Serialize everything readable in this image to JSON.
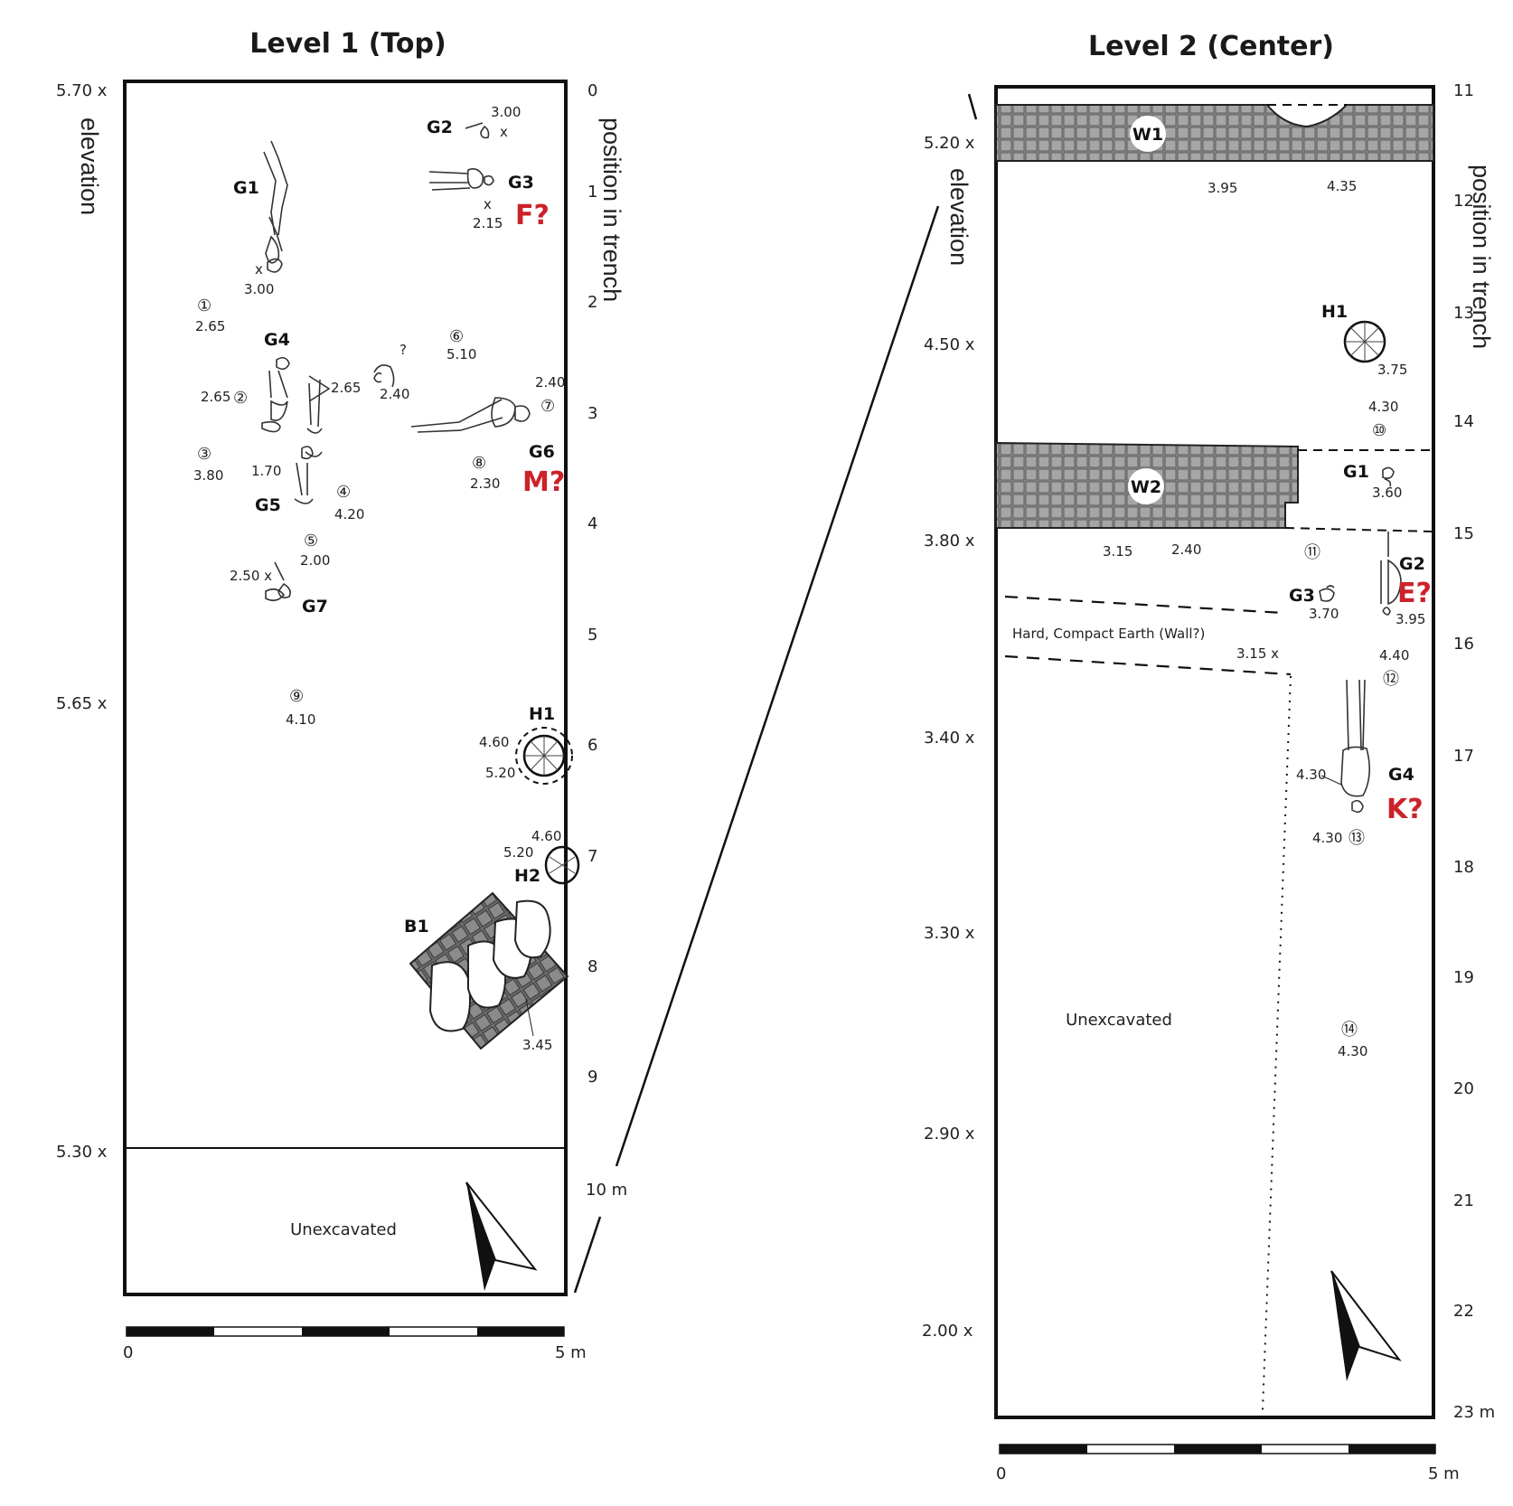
{
  "level1": {
    "title": "Level 1 (Top)",
    "elevation_label": "elevation",
    "position_label": "position in trench",
    "elevation_ticks": [
      "5.70 x",
      "5.65 x",
      "5.30 x"
    ],
    "position_ticks": [
      "0",
      "1",
      "2",
      "3",
      "4",
      "5",
      "6",
      "7",
      "8",
      "9",
      "10 m"
    ],
    "unexcavated": "Unexcavated",
    "scale": {
      "start": "0",
      "end": "5 m"
    },
    "graves": {
      "g1": "G1",
      "g2": "G2",
      "g3": "G3",
      "g4": "G4",
      "g5": "G5",
      "g6": "G6",
      "g7": "G7",
      "h1": "H1",
      "h2": "H2",
      "b1": "B1"
    },
    "sex": {
      "g3": "F?",
      "g6": "M?"
    },
    "points": {
      "p1": "①",
      "p2": "②",
      "p3": "③",
      "p4": "④",
      "p5": "⑤",
      "p6": "⑥",
      "p7": "⑦",
      "p8": "⑧",
      "p9": "⑨"
    },
    "values": {
      "g2_300": "3.00",
      "g2_x": "x",
      "g3_x": "x",
      "g3_215": "2.15",
      "g1_x": "x",
      "g1_300": "3.00",
      "p1_265": "2.65",
      "p6_510": "5.10",
      "p2_265": "2.65",
      "g4_265": "2.65",
      "g4_q": "?",
      "g4_240": "2.40",
      "p7_240": "2.40",
      "p3_380": "3.80",
      "g5_170": "1.70",
      "p4_420": "4.20",
      "p8_230": "2.30",
      "p5_200": "2.00",
      "g7_250": "2.50 x",
      "p9_410": "4.10",
      "h1_460": "4.60",
      "h1_520": "5.20",
      "h2_460": "4.60",
      "h2_520": "5.20",
      "b1_345": "3.45"
    }
  },
  "level2": {
    "title": "Level 2 (Center)",
    "elevation_label": "elevation",
    "position_label": "position in trench",
    "elevation_ticks": [
      "5.20 x",
      "4.50 x",
      "3.80 x",
      "3.40 x",
      "3.30 x",
      "2.90 x",
      "2.00 x"
    ],
    "position_ticks": [
      "11",
      "12",
      "13",
      "14",
      "15",
      "16",
      "17",
      "18",
      "19",
      "20",
      "21",
      "22",
      "23 m"
    ],
    "unexcavated": "Unexcavated",
    "hard_earth": "Hard, Compact Earth (Wall?)",
    "scale": {
      "start": "0",
      "end": "5 m"
    },
    "walls": {
      "w1": "W1",
      "w2": "W2"
    },
    "graves": {
      "h1": "H1",
      "g1": "G1",
      "g2": "G2",
      "g3": "G3",
      "g4": "G4"
    },
    "sex": {
      "g2": "E?",
      "g4": "K?"
    },
    "points": {
      "p10": "⑩",
      "p11": "⑪",
      "p12": "⑫",
      "p13": "⑬",
      "p14": "⑭"
    },
    "values": {
      "w1_395": "3.95",
      "w1_435": "4.35",
      "h1_375": "3.75",
      "p10_430": "4.30",
      "g1_360": "3.60",
      "w2_315": "3.15",
      "w2_240": "2.40",
      "g3_370": "3.70",
      "g2_395": "3.95",
      "hard_315": "3.15 x",
      "p12_440": "4.40",
      "g4_430": "4.30",
      "p13_430": "4.30",
      "p14_430": "4.30"
    }
  }
}
